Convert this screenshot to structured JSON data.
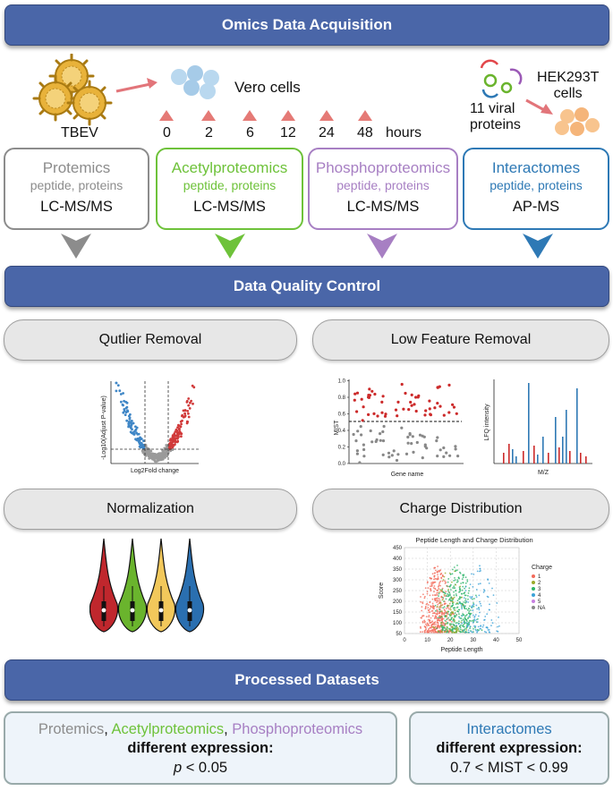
{
  "banners": {
    "acquisition": "Omics Data Acquisition",
    "quality": "Data Quality Control",
    "processed": "Processed Datasets"
  },
  "acquisition": {
    "virus_label": "TBEV",
    "cells_label": "Vero cells",
    "timepoints": [
      "0",
      "2",
      "6",
      "12",
      "24",
      "48"
    ],
    "time_unit": "hours",
    "viral_proteins_label": "11 viral\nproteins",
    "hek_label": "HEK293T\ncells"
  },
  "omics_boxes": [
    {
      "title": "Protemics",
      "sub": "peptide, proteins",
      "method": "LC-MS/MS",
      "color": "#8c8c8c"
    },
    {
      "title": "Acetylproteomics",
      "sub": "peptide, proteins",
      "method": "LC-MS/MS",
      "color": "#6ec23a"
    },
    {
      "title": "Phosphoproteomics",
      "sub": "peptide, proteins",
      "method": "LC-MS/MS",
      "color": "#a77fc3"
    },
    {
      "title": "Interactomes",
      "sub": "peptide, proteins",
      "method": "AP-MS",
      "color": "#2e79b5"
    }
  ],
  "qc_steps": {
    "outlier": "Qutlier Removal",
    "low_feature": "Low Feature Removal",
    "normalization": "Normalization",
    "charge": "Charge Distribution"
  },
  "volcano": {
    "ylabel": "-Log10(Adjust P-value)",
    "xlabel": "Log2Fold change"
  },
  "mist_plot": {
    "ylabel": "MIST",
    "xlabel": "Gene name",
    "yticks": [
      "0.0",
      "0.2",
      "0.4",
      "0.6",
      "0.8",
      "1.0"
    ]
  },
  "lfq_plot": {
    "ylabel": "LFQ intensity",
    "xlabel": "M/Z"
  },
  "charge_plot": {
    "title": "Peptide Length and Charge Distribution",
    "xlabel": "Peptide Length",
    "ylabel": "Score",
    "xticks": [
      "0",
      "10",
      "20",
      "30",
      "40",
      "50"
    ],
    "yticks": [
      "50",
      "100",
      "150",
      "200",
      "250",
      "300",
      "350",
      "400",
      "450"
    ],
    "legend_title": "Charge",
    "legend": [
      {
        "label": "1",
        "color": "#f26b5b"
      },
      {
        "label": "2",
        "color": "#9aaa2a"
      },
      {
        "label": "3",
        "color": "#2fb56b"
      },
      {
        "label": "4",
        "color": "#3ca3d8"
      },
      {
        "label": "5",
        "color": "#c77fe0"
      },
      {
        "label": "NA",
        "color": "#888888"
      }
    ]
  },
  "violin_colors": [
    "#c0272d",
    "#6ab42d",
    "#f2c85b",
    "#2a6fb0"
  ],
  "outputs": {
    "left_title_parts": [
      {
        "text": "Protemics",
        "color": "#8c8c8c"
      },
      {
        "text": ", ",
        "color": "#111111"
      },
      {
        "text": "Acetylproteomics",
        "color": "#6ec23a"
      },
      {
        "text": ", ",
        "color": "#111111"
      },
      {
        "text": "Phosphoproteomics",
        "color": "#a77fc3"
      }
    ],
    "left_bold": "different expression:",
    "left_p": "p",
    "left_threshold": " < 0.05",
    "right_title": "Interactomes",
    "right_title_color": "#2e79b5",
    "right_bold": "different expression:",
    "right_threshold": "0.7 < MIST < 0.99"
  }
}
